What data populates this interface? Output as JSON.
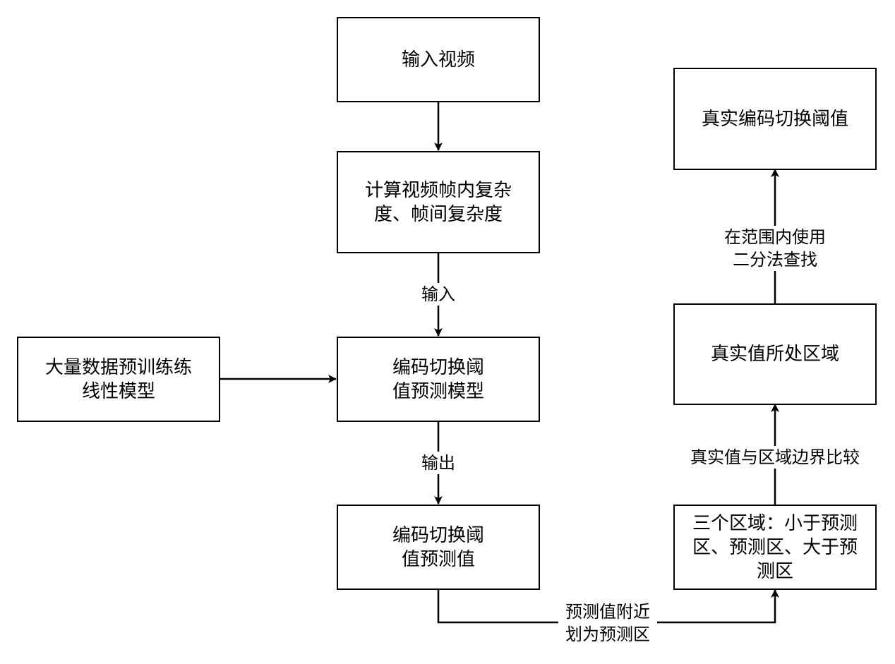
{
  "nodes": {
    "input_video": "输入视频",
    "compute_complexity": "计算视频帧内复杂\n度、帧间复杂度",
    "pretrain": "大量数据预训练练\n线性模型",
    "predict_model": "编码切换阈\n值预测模型",
    "predict_value": "编码切换阈\n值预测值",
    "three_regions": "三个区域：小于预测\n区、预测区、大于预\n测区",
    "real_region": "真实值所处区域",
    "real_threshold": "真实编码切换阈值"
  },
  "edges": {
    "input": "输入",
    "output": "输出",
    "near_pred": "预测值附近\n划为预测区",
    "compare": "真实值与区域边界比较",
    "binary_search": "在范围内使用\n二分法查找"
  }
}
